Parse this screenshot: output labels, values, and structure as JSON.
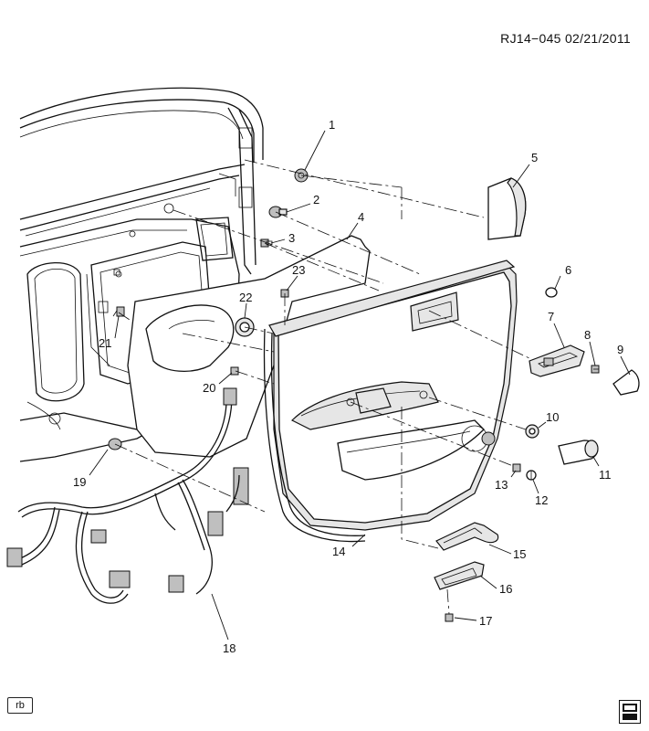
{
  "header": {
    "reference": "RJ14−045 02/21/2011"
  },
  "footer": {
    "corner_tag": "rb"
  },
  "callouts": [
    {
      "id": "1",
      "label": "1"
    },
    {
      "id": "2",
      "label": "2"
    },
    {
      "id": "3",
      "label": "3"
    },
    {
      "id": "4",
      "label": "4"
    },
    {
      "id": "5",
      "label": "5"
    },
    {
      "id": "6",
      "label": "6"
    },
    {
      "id": "7",
      "label": "7"
    },
    {
      "id": "8",
      "label": "8"
    },
    {
      "id": "9",
      "label": "9"
    },
    {
      "id": "10",
      "label": "10"
    },
    {
      "id": "11",
      "label": "11"
    },
    {
      "id": "12",
      "label": "12"
    },
    {
      "id": "13",
      "label": "13"
    },
    {
      "id": "14",
      "label": "14"
    },
    {
      "id": "15",
      "label": "15"
    },
    {
      "id": "16",
      "label": "16"
    },
    {
      "id": "17",
      "label": "17"
    },
    {
      "id": "18",
      "label": "18"
    },
    {
      "id": "19",
      "label": "19"
    },
    {
      "id": "20",
      "label": "20"
    },
    {
      "id": "21",
      "label": "21"
    },
    {
      "id": "22",
      "label": "22"
    },
    {
      "id": "23",
      "label": "23"
    }
  ],
  "icons": {
    "logo": "gm-spo-logo-icon"
  }
}
